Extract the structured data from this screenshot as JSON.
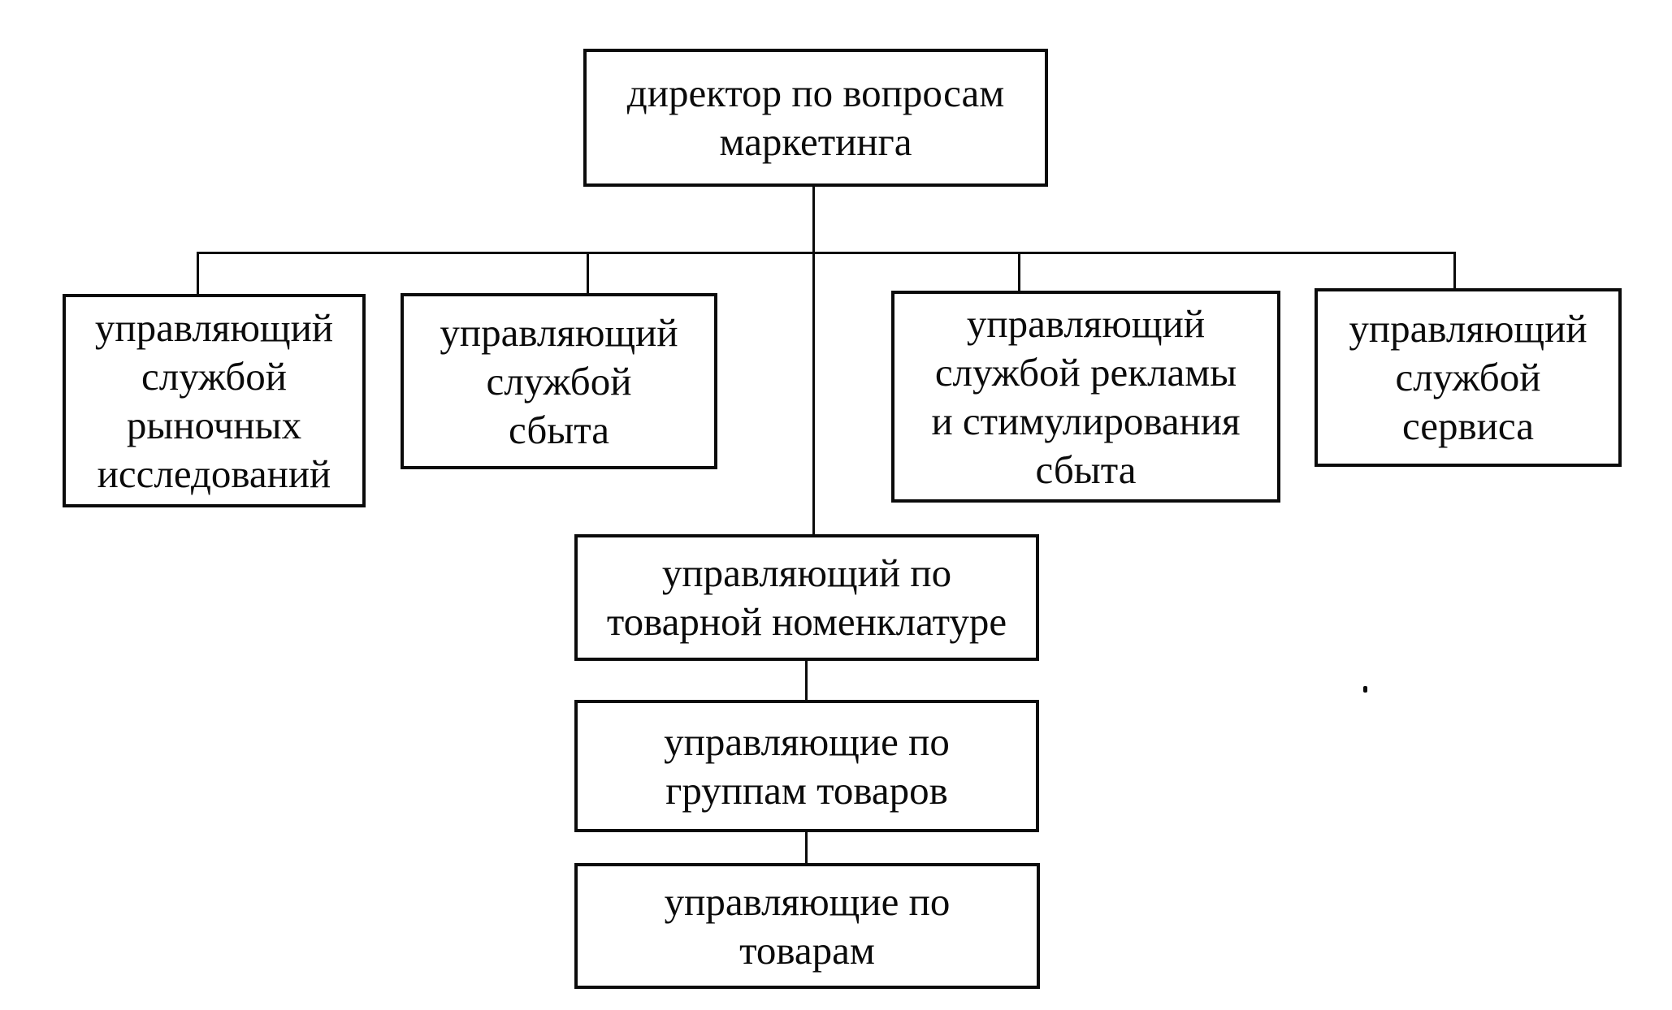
{
  "diagram": {
    "type": "org-chart",
    "language": "ru",
    "nodes": [
      {
        "id": "marketing-director",
        "label": "директор по вопросам\nмаркетинга"
      },
      {
        "id": "market-research-manager",
        "label": "управляющий\nслужбой\nрыночных\nисследований"
      },
      {
        "id": "sales-manager",
        "label": "управляющий\nслужбой\nсбыта"
      },
      {
        "id": "advertising-promotion-manager",
        "label": "управляющий\nслужбой рекламы\nи стимулирования\nсбыта"
      },
      {
        "id": "service-manager",
        "label": "управляющий\nслужбой\nсервиса"
      },
      {
        "id": "product-nomenclature-manager",
        "label": "управляющий по\nтоварной номенклатуре"
      },
      {
        "id": "product-group-managers",
        "label": "управляющие по\nгруппам товаров"
      },
      {
        "id": "product-managers",
        "label": "управляющие по\nтоварам"
      }
    ],
    "edges": [
      {
        "from": "marketing-director",
        "to": "market-research-manager"
      },
      {
        "from": "marketing-director",
        "to": "sales-manager"
      },
      {
        "from": "marketing-director",
        "to": "advertising-promotion-manager"
      },
      {
        "from": "marketing-director",
        "to": "service-manager"
      },
      {
        "from": "marketing-director",
        "to": "product-nomenclature-manager"
      },
      {
        "from": "product-nomenclature-manager",
        "to": "product-group-managers"
      },
      {
        "from": "product-group-managers",
        "to": "product-managers"
      }
    ]
  },
  "colors": {
    "line": "#0b0b0b",
    "text": "#0b0b0b",
    "background": "#ffffff"
  }
}
